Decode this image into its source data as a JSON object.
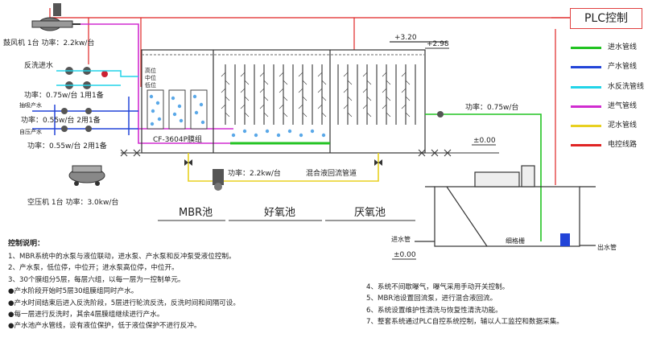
{
  "plc_title": "PLC控制",
  "legend": [
    {
      "label": "进水管线",
      "color": "#22c322"
    },
    {
      "label": "产水管线",
      "color": "#2244d8"
    },
    {
      "label": "水反洗管线",
      "color": "#22d4e8"
    },
    {
      "label": "进气管线",
      "color": "#d02cd0"
    },
    {
      "label": "泥水管线",
      "color": "#e8d020"
    },
    {
      "label": "电控线路",
      "color": "#e02424"
    }
  ],
  "equipment": {
    "blower": "鼓风机 1台 功率：2.2kw/台",
    "backwash_inlet": "反洗进水",
    "backwash_power": "功率：0.75w/台 1用1备",
    "suction_pump_label": "抽吸产水",
    "suction_power": "功率：0.55w/台 2用1备",
    "self_pressure_label": "自压产水",
    "self_pressure_power": "功率：0.55w/台 2用1备",
    "air_compressor": "空压机 1台 功率：3.0kw/台",
    "membrane_module": "CF-3604P膜组",
    "level_high": "高位",
    "level_mid": "中位",
    "level_low": "低位",
    "return_pump_power": "功率：2.2kw/台",
    "return_line": "混合液回流管道",
    "right_pump_power": "功率：0.75w/台",
    "grille": "细格栅",
    "inlet_pipe": "进水管",
    "outlet_pipe": "出水管"
  },
  "elevations": {
    "e1": "+3.20",
    "e2": "+2.98",
    "e3": "±0.00",
    "e4": "±0.00"
  },
  "tanks": {
    "mbr": "MBR池",
    "aerobic": "好氧池",
    "anoxic": "厌氧池"
  },
  "notes": {
    "heading": "控制说明：",
    "left": [
      "1、MBR系统中的水泵与液位联动，进水泵、产水泵和反冲泵受液位控制。",
      "2、产水泵，低位停，中位开；进水泵高位停，中位开。",
      "3、30个膜组分5层，每层六组，以每一层为一控制单元。",
      "  ●产水阶段开始时5层30组膜组同时产水。",
      "  ●产水时间结束后进入反洗阶段，5层进行轮流反洗，反洗时间和间隔可设。",
      "  ●每一层进行反洗时，其余4层膜组继续进行产水。",
      "  ●产水池产水管线，设有液位保护，低于液位保护不进行反冲。"
    ],
    "right": [
      "4、系统不间歇曝气，曝气采用手动开关控制。",
      "5、MBR池设置回流泵，进行混合液回流。",
      "6、系统设置维护性清洗与恢复性清洗功能。",
      "7、整套系统通过PLC自控系统控制，辅以人工监控和数据采集。"
    ]
  }
}
